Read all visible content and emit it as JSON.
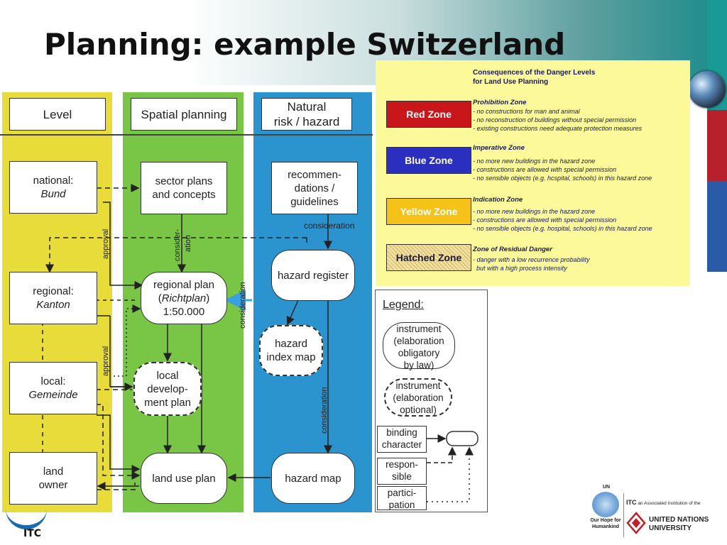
{
  "slide": {
    "title": "Planning: example Switzerland"
  },
  "diagram": {
    "headers": {
      "level": "Level",
      "spatial_planning": "Spatial planning",
      "natural_hazard_line1": "Natural",
      "natural_hazard_line2": "risk / hazard"
    },
    "levels": {
      "national_label": "national:",
      "national_term": "Bund",
      "regional_label": "regional:",
      "regional_term": "Kanton",
      "local_label": "local:",
      "local_term": "Gemeinde",
      "landowner_line1": "land",
      "landowner_line2": "owner"
    },
    "planning": {
      "sector_line1": "sector plans",
      "sector_line2": "and concepts",
      "regional_line1": "regional plan",
      "regional_line2_open": "(",
      "regional_line2_term": "Richtplan",
      "regional_line2_close": ")",
      "regional_line3": "1:50.000",
      "local_line1": "local",
      "local_line2": "develop-",
      "local_line3": "ment plan",
      "landuse": "land use plan"
    },
    "hazard": {
      "recommend_line1": "recommen-",
      "recommend_line2": "dations /",
      "recommend_line3": "guidelines",
      "register": "hazard register",
      "index_line1": "hazard",
      "index_line2": "index map",
      "map": "hazard map"
    },
    "labels": {
      "approval_1": "approval",
      "approval_2": "approval",
      "consideration_v1_a": "consider-",
      "consideration_v1_b": "ation",
      "consideration_h": "consideration",
      "consideration_v2": "consideration",
      "consideration_v3": "consideration"
    }
  },
  "consequences": {
    "title_line1": "Consequences of the Danger Levels",
    "title_line2": "for Land Use Planning",
    "zones": [
      {
        "name": "Red Zone",
        "heading": "Prohibition Zone",
        "lines": [
          "- no constructions for man and animal",
          "- no reconstruction of buildings without special permission",
          "- existing constructions need adequate protection measures"
        ]
      },
      {
        "name": "Blue Zone",
        "heading": "Imperative Zone",
        "lines": [
          "- no more new buildings in the hazard zone",
          "- constructions are allowed with special permission",
          "- no sensible objects (e.g. hcspital, schools) in this hazard zone"
        ]
      },
      {
        "name": "Yellow Zone",
        "heading": "Indication Zone",
        "lines": [
          "- no more new buildings in the hazard zone",
          "- constructions are allowed with special permission",
          "- no sensible objects (e.g. hospital, schools) in this hazard zone"
        ]
      },
      {
        "name": "Hatched Zone",
        "heading": "Zone of Residual Danger",
        "lines": [
          "- danger with a low recurrence probability",
          "  but with a high process intensity"
        ]
      }
    ],
    "colors": {
      "red": "#c8161a",
      "blue": "#2a2fc0",
      "yellow": "#f5c218",
      "background": "#fbf99a"
    }
  },
  "legend": {
    "title": "Legend:",
    "oblig_line1": "instrument",
    "oblig_line2": "(elaboration",
    "oblig_line3": "obligatory",
    "oblig_line4": "by law)",
    "opt_line1": "instrument",
    "opt_line2": "(elaboration",
    "opt_line3": "optional)",
    "binding_line1": "binding",
    "binding_line2": "character",
    "resp_line1": "respon-",
    "resp_line2": "sible",
    "partic_line1": "partici-",
    "partic_line2": "pation"
  },
  "logos": {
    "itc_left": "ITC",
    "un_small": "UN",
    "un_hope_line1": "Our Hope for",
    "un_hope_line2": "Humankind",
    "itc_bold": "ITC",
    "itc_assoc": "an Associated Institution of the",
    "unu_line1": "UNITED NATIONS",
    "unu_line2": "UNIVERSITY"
  }
}
